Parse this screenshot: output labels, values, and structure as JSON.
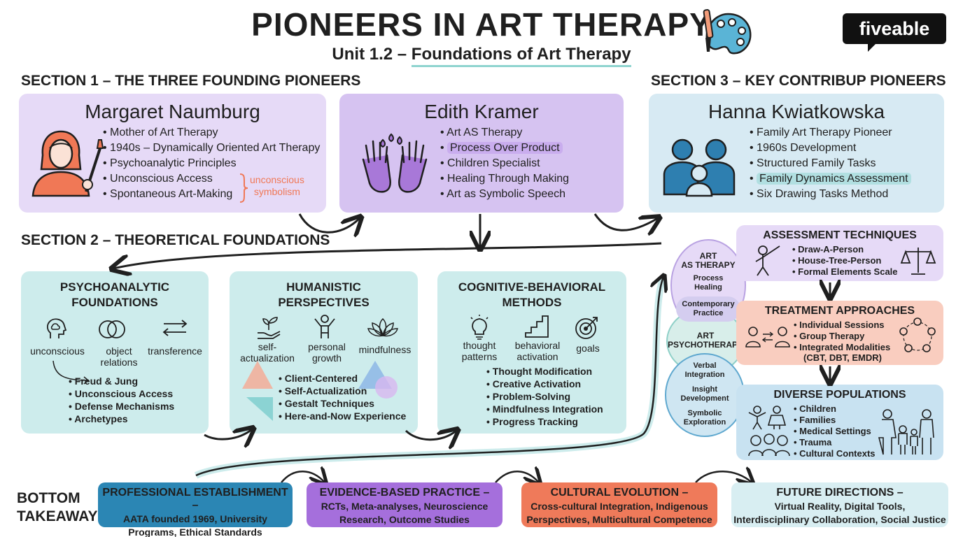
{
  "header": {
    "title": "PIONEERS IN ART THERAPY",
    "subtitle_prefix": "Unit 1.2 – ",
    "subtitle_highlight": "Foundations of Art Therapy",
    "brand": "fiveable"
  },
  "section1": {
    "title": "SECTION 1 – THE THREE FOUNDING PIONEERS",
    "naumburg": {
      "name": "Margaret Naumburg",
      "bullets": [
        "Mother of Art Therapy",
        "1940s – Dynamically Oriented Art Therapy",
        "Psychoanalytic Principles",
        "Unconscious Access",
        "Spontaneous Art-Making"
      ],
      "annotation_line1": "unconscious",
      "annotation_line2": "symbolism"
    },
    "kramer": {
      "name": "Edith Kramer",
      "bullets": [
        "Art AS Therapy",
        "Process Over Product",
        "Children Specialist",
        "Healing Through Making",
        "Art as Symbolic Speech"
      ]
    }
  },
  "section3": {
    "title": "SECTION 3 – KEY CONTRIBUP PIONEERS",
    "kwiatkowska": {
      "name": "Hanna Kwiatkowska",
      "bullets": [
        "Family Art Therapy Pioneer",
        "1960s Development",
        "Structured Family Tasks",
        "Family Dynamics Assessment",
        "Six Drawing Tasks Method"
      ]
    }
  },
  "section2": {
    "title": "SECTION 2 – THEORETICAL FOUNDATIONS",
    "psychoanalytic": {
      "title_line1": "PSYCHOANALYTIC",
      "title_line2": "FOUNDATIONS",
      "icon_labels": [
        "unconscious",
        "object relations",
        "transference"
      ],
      "bullets": [
        "Freud & Jung",
        "Unconscious Access",
        "Defense Mechanisms",
        "Archetypes"
      ]
    },
    "humanistic": {
      "title_line1": "HUMANISTIC",
      "title_line2": "PERSPECTIVES",
      "icon_labels": [
        "self-actualization",
        "personal growth",
        "mindfulness"
      ],
      "bullets": [
        "Client-Centered",
        "Self-Actualization",
        "Gestalt Techniques",
        "Here-and-Now Experience"
      ]
    },
    "cognitive": {
      "title_line1": "COGNITIVE-BEHAVIORAL",
      "title_line2": "METHODS",
      "icon_labels": [
        "thought patterns",
        "behavioral activation",
        "goals"
      ],
      "bullets": [
        "Thought Modification",
        "Creative Activation",
        "Problem-Solving",
        "Mindfulness Integration",
        "Progress Tracking"
      ]
    }
  },
  "venn": {
    "art_as_therapy_line1": "ART",
    "art_as_therapy_line2": "AS THERAPY",
    "process": "Process",
    "healing": "Healing",
    "contemporary_line1": "Contemporary",
    "contemporary_line2": "Practice",
    "psychotherapy_line1": "ART",
    "psychotherapy_line2": "PSYCHOTHERAPY",
    "verbal_line1": "Verbal",
    "verbal_line2": "Integration",
    "insight_line1": "Insight",
    "insight_line2": "Development",
    "symbolic_line1": "Symbolic",
    "symbolic_line2": "Exploration"
  },
  "right": {
    "assessment": {
      "title": "ASSESSMENT TECHNIQUES",
      "bullets": [
        "Draw-A-Person",
        "House-Tree-Person",
        "Formal Elements Scale"
      ]
    },
    "treatment": {
      "title": "TREATMENT APPROACHES",
      "bullets": [
        "Individual Sessions",
        "Group Therapy",
        "Integrated Modalities"
      ],
      "extra": "(CBT, DBT, EMDR)"
    },
    "populations": {
      "title": "DIVERSE POPULATIONS",
      "bullets": [
        "Children",
        "Families",
        "Medical Settings",
        "Trauma",
        "Cultural Contexts"
      ]
    }
  },
  "bottom": {
    "label_line1": "BOTTOM",
    "label_line2": "TAKEAWAY",
    "boxes": [
      {
        "title": "PROFESSIONAL ESTABLISHMENT –",
        "line1": "AATA founded 1969, University",
        "line2": "Programs, Ethical Standards"
      },
      {
        "title": "EVIDENCE-BASED PRACTICE –",
        "line1": "RCTs, Meta-analyses, Neuroscience",
        "line2": "Research, Outcome Studies"
      },
      {
        "title": "CULTURAL EVOLUTION –",
        "line1": "Cross-cultural Integration, Indigenous",
        "line2": "Perspectives, Multicultural Competence"
      },
      {
        "title": "FUTURE DIRECTIONS –",
        "line1": "Virtual Reality, Digital Tools,",
        "line2": "Interdisciplinary Collaboration, Social Justice"
      }
    ]
  },
  "colors": {
    "lavender": "#e6daf7",
    "purple": "#d6c3f1",
    "light_blue": "#d7eaf3",
    "teal": "#cdecec",
    "salmon": "#f9cdbf",
    "blue_box": "#2b86b4",
    "purple_box": "#a56fdc",
    "orange_box": "#ef7a5a",
    "pale_box": "#d8eef2"
  }
}
